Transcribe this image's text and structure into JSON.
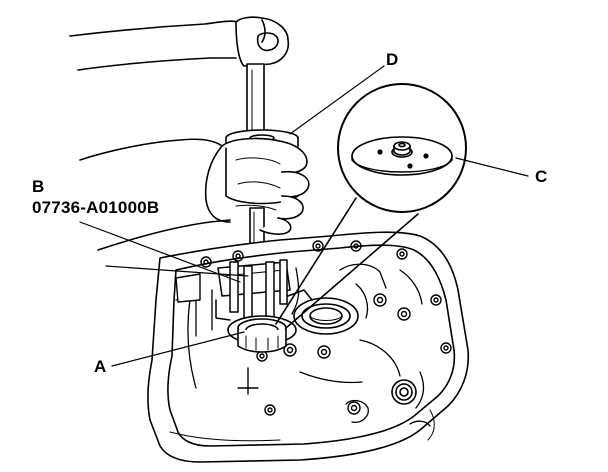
{
  "callouts": {
    "a": {
      "letter": "A"
    },
    "b": {
      "letter": "B",
      "part_number": "07736-A01000B"
    },
    "c": {
      "letter": "C"
    },
    "d": {
      "letter": "D"
    }
  },
  "colors": {
    "line": "#000000",
    "background": "#ffffff"
  }
}
